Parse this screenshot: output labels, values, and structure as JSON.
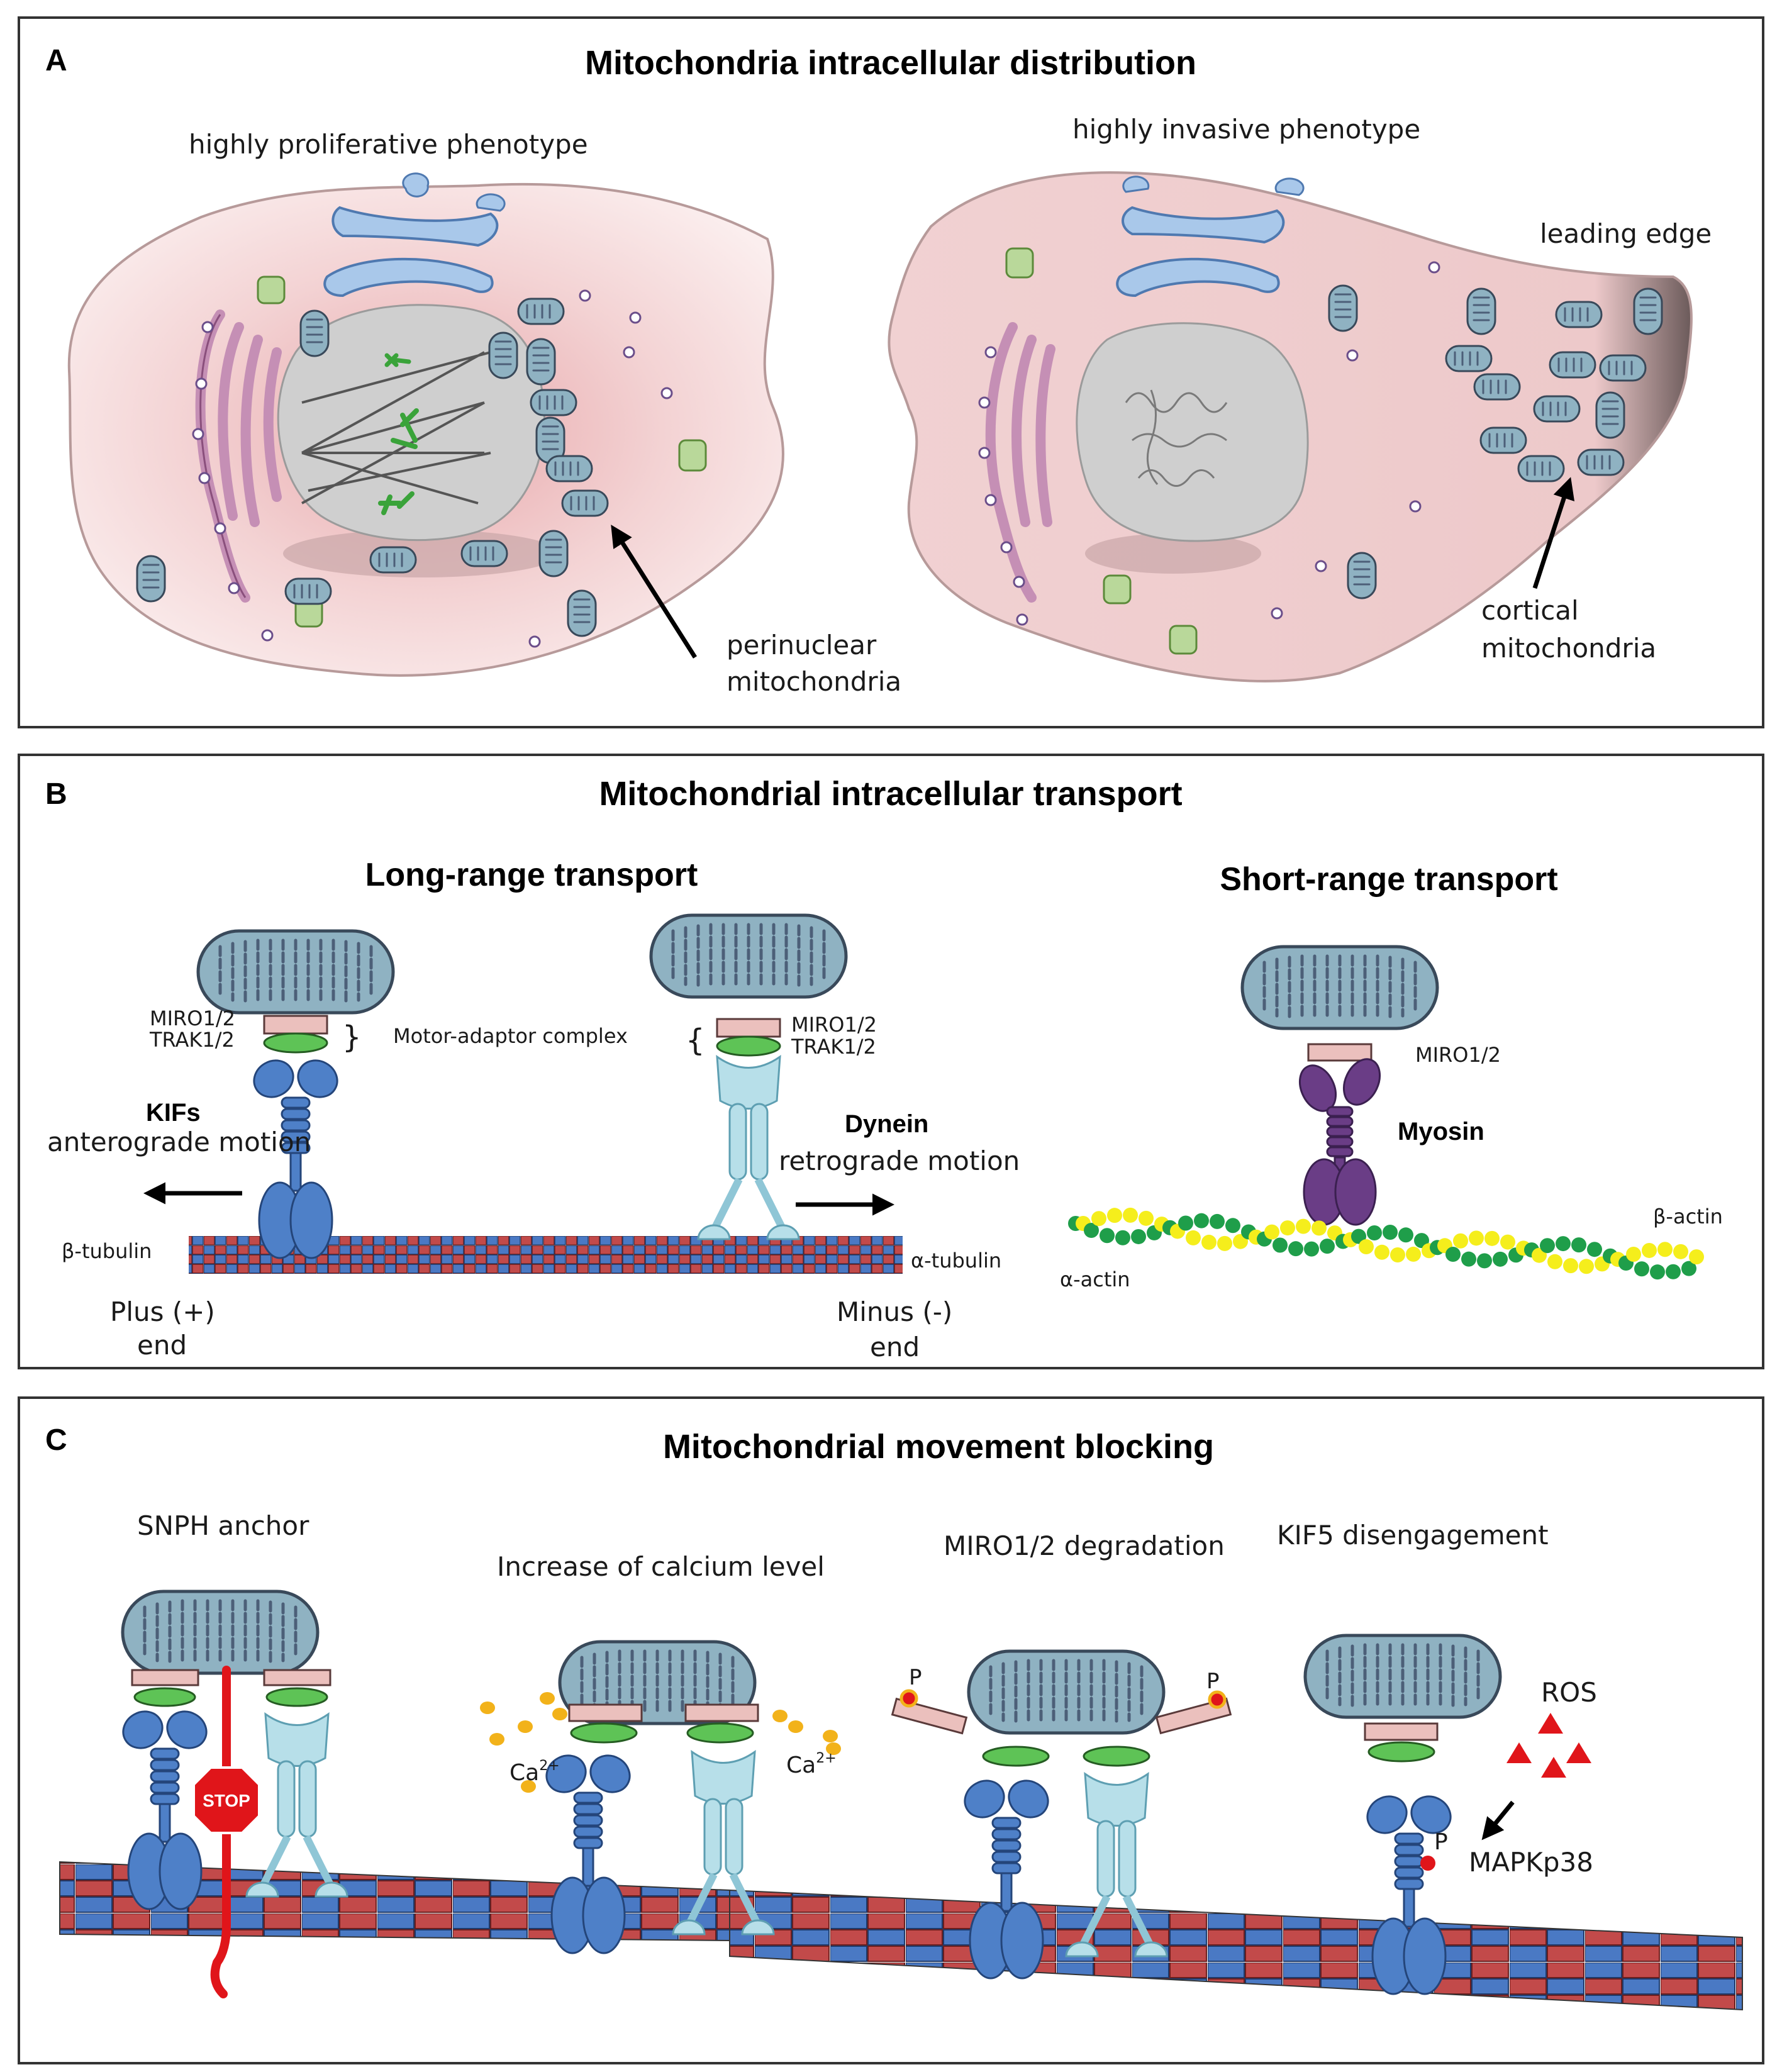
{
  "panels": {
    "a": {
      "letter": "A",
      "title": "Mitochondria intracellular distribution",
      "left_label": "highly proliferative phenotype",
      "right_label": "highly invasive phenotype",
      "leading_edge": "leading edge",
      "perinuclear_1": "perinuclear",
      "perinuclear_2": "mitochondria",
      "cortical_1": "cortical",
      "cortical_2": "mitochondria"
    },
    "b": {
      "letter": "B",
      "title": "Mitochondrial intracellular transport",
      "long_range": "Long-range transport",
      "short_range": "Short-range transport",
      "miro": "MIRO1/2",
      "trak": "TRAK1/2",
      "motor_adaptor": "Motor-adaptor complex",
      "kifs": "KIFs",
      "anterograde": "anterograde motion",
      "dynein": "Dynein",
      "retrograde": "retrograde motion",
      "beta_tubulin": "β-tubulin",
      "alpha_tubulin": "α-tubulin",
      "plus_end_1": "Plus (+)",
      "plus_end_2": "end",
      "minus_end_1": "Minus (-)",
      "minus_end_2": "end",
      "myosin": "Myosin",
      "beta_actin": "β-actin",
      "alpha_actin": "α-actin"
    },
    "c": {
      "letter": "C",
      "title": "Mitochondrial movement blocking",
      "snph": "SNPH anchor",
      "calcium": "Increase of calcium level",
      "miro_deg": "MIRO1/2 degradation",
      "kif5": "KIF5 disengagement",
      "stop": "STOP",
      "ca": "Ca",
      "ca_sup": "2+",
      "p": "P",
      "ros": "ROS",
      "mapk": "MAPKp38"
    }
  },
  "colors": {
    "cell_fill": "#f2d6d6",
    "nucleus": "#cfcfcf",
    "golgi": "#a9c8ea",
    "er": "#c58fb5",
    "mito": "#8fb2c2",
    "miro": "#ebc0bd",
    "trak": "#5ec356",
    "kinesin": "#4e80c8",
    "dynein": "#b7dfe9",
    "myosin": "#6a3d86",
    "tubulin_beta": "#4a79c4",
    "tubulin_alpha": "#c24a4a",
    "actin_green": "#1f9e4a",
    "actin_yellow": "#f5ee1c",
    "calcium": "#f2b21a",
    "ros": "#e01b1b"
  }
}
